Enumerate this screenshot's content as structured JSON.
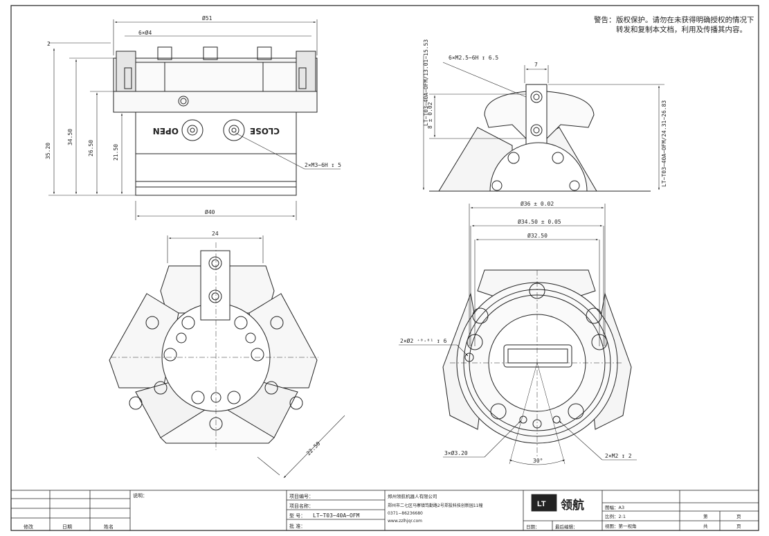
{
  "warning": {
    "label": "警告：",
    "line1": "版权保护。请勿在未获得明确授权的情况下",
    "line2": "转发和复制本文档，利用及传播其内容。"
  },
  "dims": {
    "d51": "Ø51",
    "hole6x4": "6×Ø4",
    "d40": "Ø40",
    "h2": "2",
    "h35_20": "35.20",
    "h34_50": "34.50",
    "h26_50": "26.50",
    "h21_50": "21.50",
    "m3": "2×M3−6H ↧ 5",
    "open": "OPEN",
    "close": "CLOSE",
    "w24": "24",
    "r22_50": "22.50",
    "m25": "6×M2.5−6H ↧ 6.5",
    "w7": "7",
    "tol8": "8 ± 0.02",
    "stroke_left": "LT−T03−40A−OFM/13.01−15.53",
    "stroke_right": "LT−T03−40A−OFM/24.31−26.83",
    "d36": "Ø36 ± 0.02",
    "d34_5": "Ø34.50 ± 0.05",
    "d32_5": "Ø32.50",
    "pin2": "2×Ø2 ⁺⁰·⁰¹ ↧ 6",
    "d3_20": "3×Ø3.20",
    "m2": "2×M2 ↧ 2",
    "ang30": "30°"
  },
  "title_block": {
    "shuoming": "说明：",
    "xiugai": "修改",
    "riqi": "日期",
    "xingming": "姓名",
    "proj_no": "项目编号：",
    "proj_name": "项目名称：",
    "model_label": "型  号：",
    "model_value": "LT−T03−40A−OFM",
    "approve": "批  准：",
    "company": "郑州领航机器人有限公司",
    "address": "郑州市二七区马寨镇笃勤路2号郑投科技创新园11幢",
    "phone": "0371−86236680",
    "web": "www.zzlhjqr.com",
    "date": "日期：",
    "last_edit": "最后编辑：",
    "logo_mark": "LT",
    "logo_text": "领航",
    "frame": "图幅：A3",
    "scale": "比例：2:1",
    "view": "视图：第一视角",
    "di": "第",
    "ye": "页",
    "gong": "共",
    "ye2": "页"
  }
}
